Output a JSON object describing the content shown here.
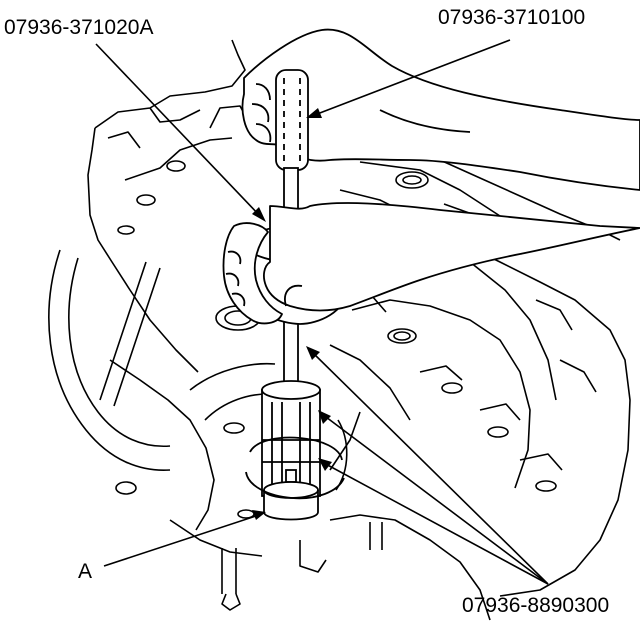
{
  "callouts": {
    "slide_hammer_weight": "07936-371020A",
    "slide_hammer_handle": "07936-3710100",
    "bearing_remover": "07936-8890300",
    "bearing": "A"
  },
  "colors": {
    "ink": "#000000",
    "paper": "#ffffff"
  }
}
